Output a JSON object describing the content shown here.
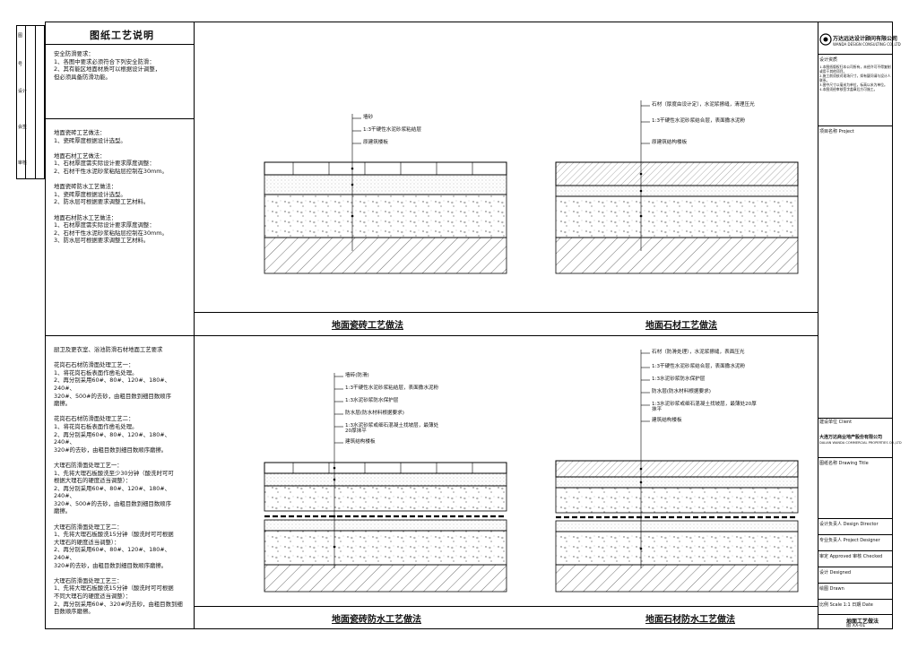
{
  "notes_panel": {
    "title": "图纸工艺说明",
    "block1": "安全防滑要求：\n1、各图中要求必须符合下列安全防滑：\n2、其有能区地面材质可以根据设计调整，\n    但必须具备防滑功能。",
    "block2": "地面瓷砖工艺做法：\n1、瓷砖厚度根据设计选型。\n\n地面石材工艺做法：\n1、石材厚度需实际设计要求厚度调整：\n2、石材干性水泥砂浆粘贴层控制在30mm。\n\n地面瓷砖防水工艺做法：\n1、瓷砖厚度根据设计选型。\n2、防水层可根据要求调整工艺材料。\n\n地面石材防水工艺做法：\n1、石材厚度需实际设计要求厚度调整：\n2、石材干性水泥砂浆粘贴层控制在30mm。\n3、防水层可根据要求调整工艺材料。",
    "block3": "厨卫及更衣室、浴池防滑石材地面工艺要求\n\n花岗石石材防滑面处理工艺一：\n1、将花岗石板表面作凿毛处理。\n2、再分别采用60#、80#、120#、180#、240#、\n    320#、500#的去砂，由粗目数到细目数顺序\n    磨擦。\n\n花岗石石材防滑面处理工艺二：\n1、将花岗石板表面作凿毛处理。\n2、再分别采用60#、80#、120#、180#、240#、\n    320#的去砂，由粗目数到细目数顺序磨擦。\n\n大理石防滑面处理工艺一：\n1、先将大理石板酸洗至少30分钟（酸洗时可可\n    根据大理石的硬度适当调整）：\n2、再分别采用60#、80#、120#、180#、240#、\n    320#、500#的去砂，由粗目数到细目数顺序\n    磨擦。\n\n大理石防滑面处理工艺二：\n1、先将大理石板酸洗15分钟（酸洗时可可根据\n    大理石的硬度适当调整）：\n2、再分别采用60#、80#、120#、180#、240#、\n    320#的去砂，由粗目数到细目数顺序磨擦。\n\n大理石防滑面处理工艺三：\n1、先将大理石板酸洗15分钟（酸洗时可可根据\n    不同大理石的硬度适当调整）：\n2、再分别采用60#、320#的去砂，由粗目数到细\n    目数顺序磨擦。"
  },
  "left_strip": [
    "图",
    "号",
    "设计",
    "会签",
    "审核"
  ],
  "details": [
    {
      "caption": "地面瓷砖工艺做法",
      "callouts": [
        "墙砂",
        "1:3干硬性水泥砂浆粘结层",
        "原建筑楼板"
      ]
    },
    {
      "caption": "地面石材工艺做法",
      "callouts": [
        "石材（厚度由设计定），水泥浆擦缝，清理压光",
        "1:3干硬性水泥砂浆结合层，表面撒水泥粉",
        "原建筑结构楼板"
      ]
    },
    {
      "caption": "地面瓷砖防水工艺做法",
      "callouts": [
        "墙砖(防滑)",
        "1:3干硬性水泥砂浆粘结层，表面撒水泥粉",
        "1:3水泥砂浆防水保护层",
        "防水层(防水材料根据要求)",
        "1:3水泥砂浆或细石混凝土找坡层，最薄处20厚抹平",
        "建筑结构楼板"
      ]
    },
    {
      "caption": "地面石材防水工艺做法",
      "callouts": [
        "石材（防滑处理），水泥浆擦缝，表面压光",
        "1:3干硬性水泥砂浆结合层，表面撒水泥粉",
        "1:3水泥砂浆防水保护层",
        "防水层(防水材料根据要求)",
        "1:3水泥砂浆或细石混凝土找坡层，最薄处20厚抹平",
        "建筑结构楼板"
      ]
    }
  ],
  "title_block": {
    "company": "万达远达设计顾问有限公司",
    "company_en": "WANDA DESIGN CONSULTING CO.,LTD",
    "cert_label": "设计资质",
    "cert_text": "1.本图纸版权归本公司所有，未经许可不得复制或用于其他项目。\n2.施工前须核对现场尺寸，如有疑问请与设计人联系。\n3.图中尺寸以毫米为单位，标高以米为单位。\n4.本图须经审核签字盖章后方可施工。",
    "project_label": "项目名称 Project",
    "client_label": "建设单位 Client",
    "client_name": "大连万达商业地产股份有限公司",
    "client_en": "DALIAN WANDA COMMERCIAL PROPERTIES CO.,LTD",
    "drawing_label": "图纸名称 Drawing Title",
    "rows": [
      "设计负责人 Design Director",
      "专业负责人 Project Designer",
      "审定 Approved  审核 Checked",
      "设计 Designed",
      "绘图 Drawn",
      "比例 Scale  1:1  日期 Date"
    ],
    "sheet_title": "地面工艺做法",
    "sheet_no": "图 XX-01"
  }
}
